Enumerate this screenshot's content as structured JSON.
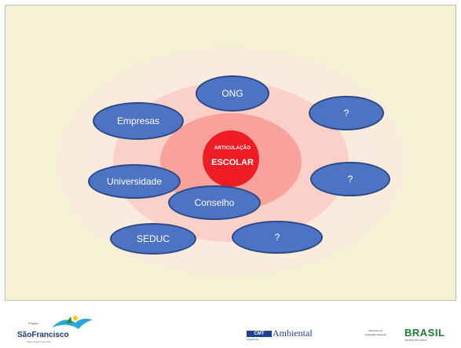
{
  "diagram": {
    "center": {
      "line1": "ARTICULAÇÃO",
      "line2": "ESCOLAR"
    },
    "nodes": [
      {
        "id": "ong",
        "label": "ONG"
      },
      {
        "id": "empresas",
        "label": "Empresas"
      },
      {
        "id": "unknown-top-right",
        "label": "?"
      },
      {
        "id": "universidade",
        "label": "Universidade"
      },
      {
        "id": "unknown-mid-right",
        "label": "?"
      },
      {
        "id": "conselho",
        "label": "Conselho"
      },
      {
        "id": "seduc",
        "label": "SEDUC"
      },
      {
        "id": "unknown-bottom",
        "label": "?"
      }
    ],
    "colors": {
      "background": "#f5f1d4",
      "ring_outer": "#fde6e3",
      "ring_mid": "#fbc4be",
      "ring_inner": "#f7918a",
      "core": "#ee1c24",
      "node_fill": "#4f73c3",
      "node_border": "#2c4a86"
    }
  },
  "footer": {
    "sao_francisco": {
      "small": "Projeto",
      "name": "SãoFrancisco",
      "tagline": "Água e quem tem sede"
    },
    "cmt": {
      "badge": "CMT",
      "sub": "engenharia",
      "ambiental": "Ambiental"
    },
    "ministerio": {
      "line1": "Ministério da",
      "line2": "Integração Nacional"
    },
    "brasil": {
      "name": "BRASIL",
      "tagline": "UM PAÍS DE TODOS"
    }
  }
}
